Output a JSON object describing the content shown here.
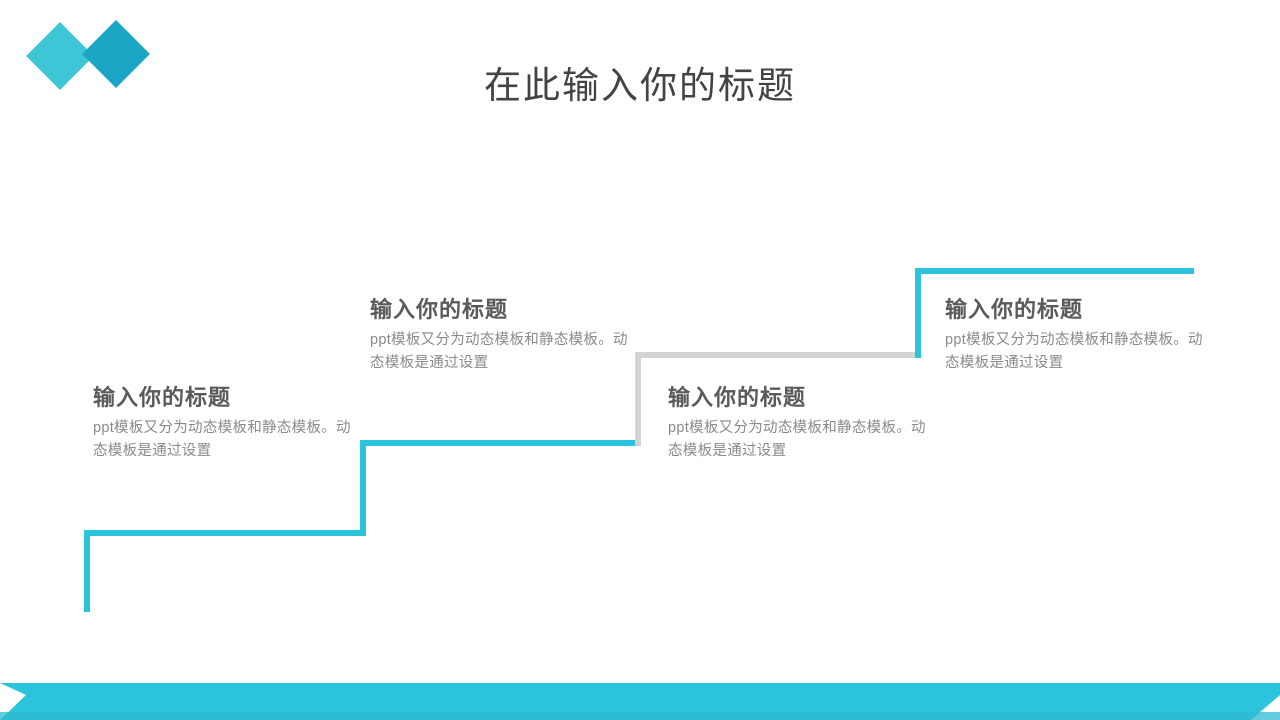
{
  "slide": {
    "title": "在此输入你的标题",
    "logo": {
      "name": "brand-diamond-logo",
      "left_diamond_color": "#3EC6D6",
      "right_diamond_color": "#1BA6C6"
    },
    "accent_color": "#2CC4DC",
    "muted_color": "#D2D4D5"
  },
  "steps": [
    {
      "index": 1,
      "heading": "输入你的标题",
      "body": "ppt模板又分为动态模板和静态模板。动态模板是通过设置",
      "line_color": "#2CC4DC"
    },
    {
      "index": 2,
      "heading": "输入你的标题",
      "body": "ppt模板又分为动态模板和静态模板。动态模板是通过设置",
      "line_color": "#2CC4DC"
    },
    {
      "index": 3,
      "heading": "输入你的标题",
      "body": "ppt模板又分为动态模板和静态模板。动态模板是通过设置",
      "line_color": "#D2D4D5"
    },
    {
      "index": 4,
      "heading": "输入你的标题",
      "body": "ppt模板又分为动态模板和静态模板。动态模板是通过设置",
      "line_color": "#2CC4DC"
    }
  ],
  "footer": {
    "ribbon_color": "#2CC4DC"
  }
}
